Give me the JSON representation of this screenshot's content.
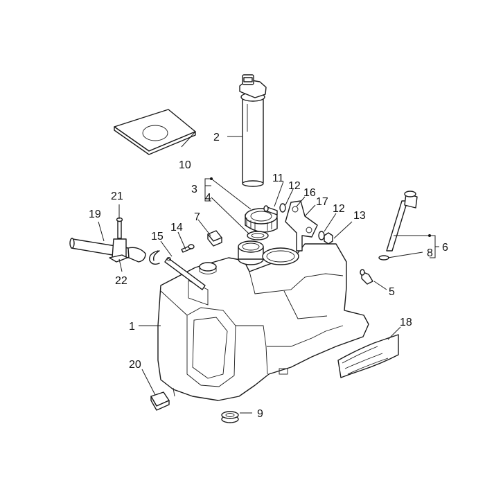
{
  "callouts": {
    "c1": "1",
    "c2": "2",
    "c3": "3",
    "c4": "4",
    "c5": "5",
    "c6": "6",
    "c7": "7",
    "c8": "8",
    "c9": "9",
    "c10": "10",
    "c11": "11",
    "c12a": "12",
    "c12b": "12",
    "c13": "13",
    "c14": "14",
    "c15": "15",
    "c16": "16",
    "c17": "17",
    "c18": "18",
    "c19": "19",
    "c20": "20",
    "c21": "21",
    "c22": "22"
  }
}
